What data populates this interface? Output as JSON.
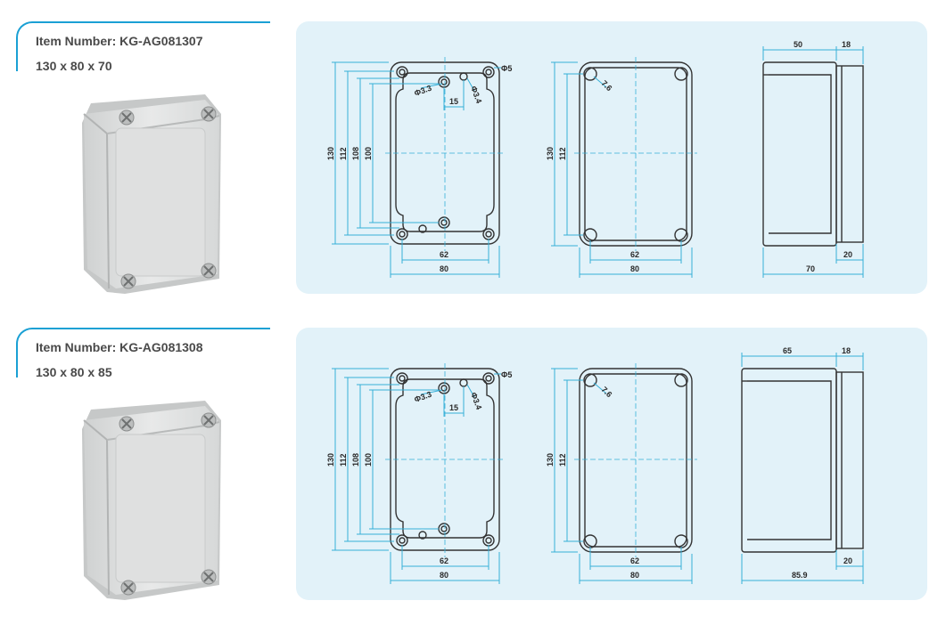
{
  "products": [
    {
      "item_number": "Item Number: KG-AG081307",
      "dimensions": "130 x 80 x 70",
      "front_view": {
        "d_hole_a": "Φ3.3",
        "d_hole_b": "Φ3.4",
        "d_corner": "Φ5",
        "spacing": "15",
        "h_outer": "130",
        "h_mid": "112",
        "h_inner1": "108",
        "h_inner2": "100",
        "w_inner": "62",
        "w_outer": "80"
      },
      "back_view": {
        "d_corner": "7.6",
        "h_outer": "130",
        "h_inner": "112",
        "w_inner": "62",
        "w_outer": "80"
      },
      "side_view": {
        "body_depth": "50",
        "lid_depth": "18",
        "total_depth": "70",
        "lid_depth_bottom": "20"
      }
    },
    {
      "item_number": "Item Number: KG-AG081308",
      "dimensions": "130 x 80 x 85",
      "front_view": {
        "d_hole_a": "Φ3.3",
        "d_hole_b": "Φ3.4",
        "d_corner": "Φ5",
        "spacing": "15",
        "h_outer": "130",
        "h_mid": "112",
        "h_inner1": "108",
        "h_inner2": "100",
        "w_inner": "62",
        "w_outer": "80"
      },
      "back_view": {
        "d_corner": "7.6",
        "h_outer": "130",
        "h_inner": "112",
        "w_inner": "62",
        "w_outer": "80"
      },
      "side_view": {
        "body_depth": "65",
        "lid_depth": "18",
        "total_depth": "85.9",
        "lid_depth_bottom": "20"
      }
    }
  ],
  "colors": {
    "accent": "#1aa0d4",
    "panel": "#e2f2f9",
    "dimension_line": "#36b0d8",
    "drawing_line": "#333333"
  }
}
